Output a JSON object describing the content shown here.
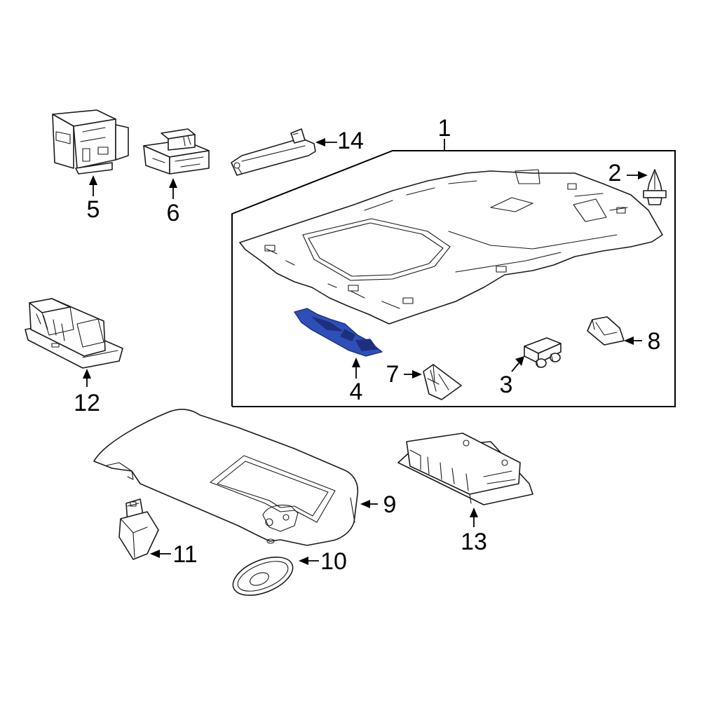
{
  "callouts": {
    "p1": "1",
    "p2": "2",
    "p3": "3",
    "p4": "4",
    "p5": "5",
    "p6": "6",
    "p7": "7",
    "p8": "8",
    "p9": "9",
    "p10": "10",
    "p11": "11",
    "p12": "12",
    "p13": "13",
    "p14": "14"
  },
  "colors": {
    "highlight": "#2f4fb8",
    "highlight_dark": "#1d2f80",
    "line": "#1a1a1a"
  }
}
